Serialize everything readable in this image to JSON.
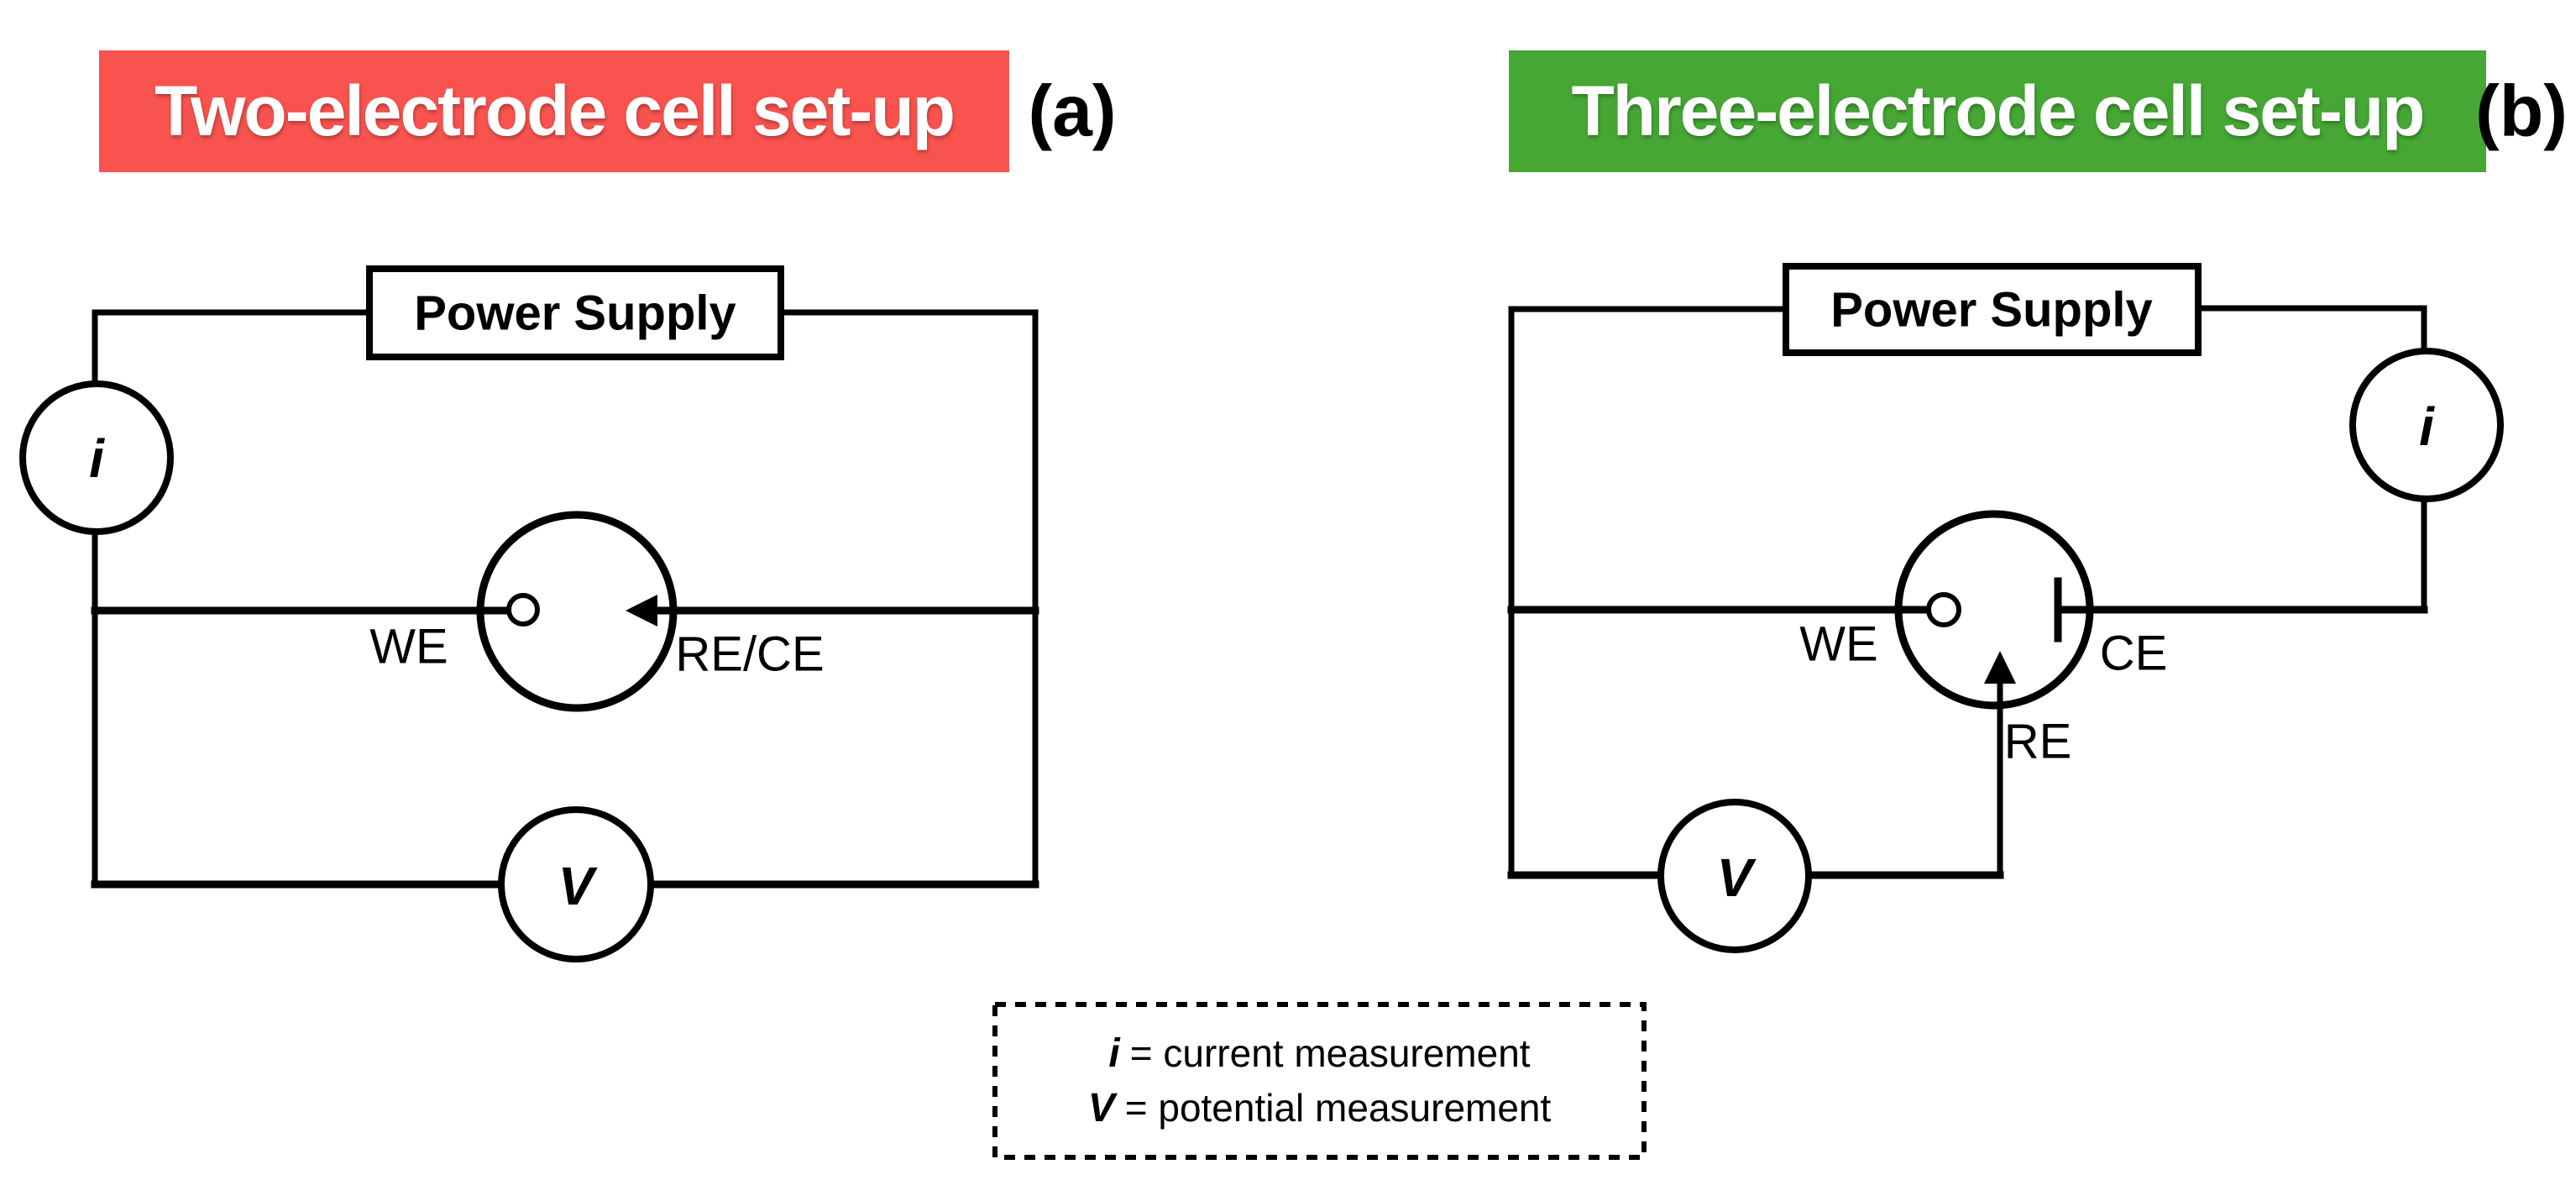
{
  "colors": {
    "two_electrode_banner": "#F9534F",
    "three_electrode_banner": "#46A735",
    "line": "#000000"
  },
  "two_electrode": {
    "title": "Two-electrode cell set-up",
    "tag": "(a)",
    "power_supply_label": "Power Supply",
    "current_meter_label": "i",
    "voltmeter_label": "V",
    "we_label": "WE",
    "rece_label": "RE/CE"
  },
  "three_electrode": {
    "title": "Three-electrode cell set-up",
    "tag": "(b)",
    "power_supply_label": "Power Supply",
    "current_meter_label": "i",
    "voltmeter_label": "V",
    "we_label": "WE",
    "ce_label": "CE",
    "re_label": "RE"
  },
  "legend": {
    "line1_symbol": "i",
    "line1_text": "= current measurement",
    "line2_symbol": "V",
    "line2_text": "= potential measurement"
  }
}
